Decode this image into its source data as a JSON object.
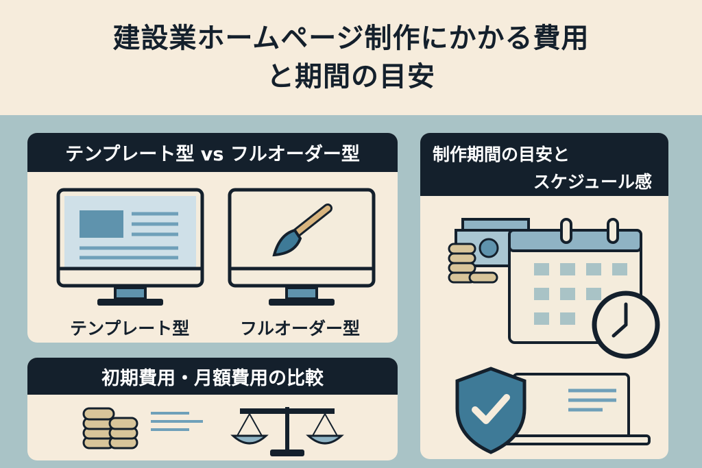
{
  "title": {
    "line1": "建設業ホームページ制作にかかる費用",
    "line2": "と期間の目安"
  },
  "template_card": {
    "heading": "テンプレート型 vs フルオーダー型",
    "left_label": "テンプレート型",
    "right_label": "フルオーダー型"
  },
  "cost_card": {
    "heading": "初期費用・月額費用の比較"
  },
  "schedule_card": {
    "heading_line1": "制作期間の目安と",
    "heading_line2": "スケジュール感"
  },
  "icons": [
    "monitor-icon",
    "paintbrush-icon",
    "coins-icon",
    "banknote-icon",
    "calendar-icon",
    "clock-icon",
    "shield-check-icon",
    "laptop-icon",
    "balance-scale-icon"
  ],
  "colors": {
    "page_bg": "#a9c3c6",
    "header_bg": "#f6ecdc",
    "card_bg": "#f6ecdc",
    "card_heading_bg": "#14202c",
    "ink": "#14202c",
    "accent_blue": "#3e7a97",
    "light_blue": "#8fb3c4",
    "coin_tan": "#d8c59a"
  }
}
